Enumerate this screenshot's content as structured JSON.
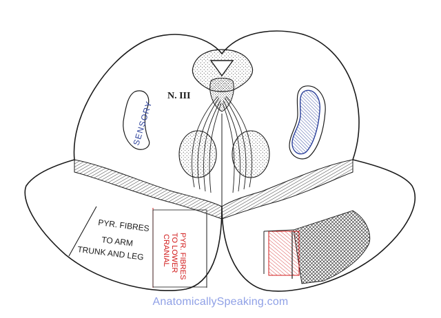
{
  "labels": {
    "nerve": "N. III",
    "sensory": "SENSORY",
    "pyr_arm_line1": "PYR. FIBRES",
    "pyr_arm_line2": "TO ARM",
    "pyr_arm_line3": "TRUNK AND LEG",
    "pyr_cranial_line1": "PYR. FIBRES",
    "pyr_cranial_line2": "TO LOWER",
    "pyr_cranial_line3": "CRANIAL"
  },
  "watermark": "AnatomicallySpeaking.com",
  "colors": {
    "ink": "#1a1a1a",
    "blue": "#2a3f9a",
    "red": "#d11a1a",
    "watermark": "#8fa0e6",
    "background": "#ffffff"
  }
}
